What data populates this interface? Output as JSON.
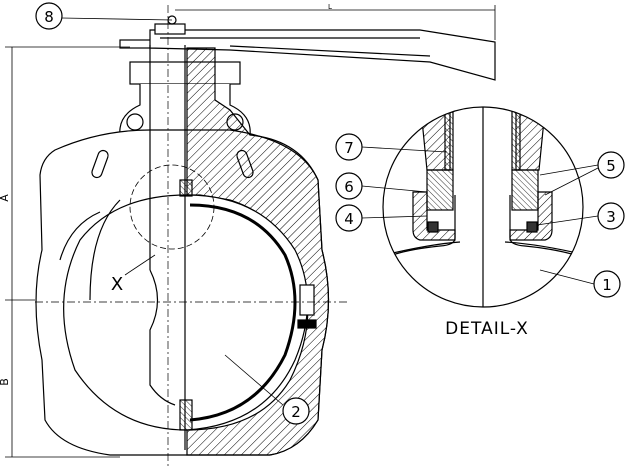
{
  "drawing": {
    "dimension_labels": {
      "length": "L",
      "upper_height": "A",
      "lower_height": "B"
    },
    "detail_marker": "X",
    "detail_title": "DETAIL-X",
    "balloons": {
      "b1": "1",
      "b2": "2",
      "b3": "3",
      "b4": "4",
      "b5": "5",
      "b6": "6",
      "b7": "7",
      "b8": "8"
    },
    "colors": {
      "line": "#000000",
      "background": "#ffffff"
    }
  }
}
